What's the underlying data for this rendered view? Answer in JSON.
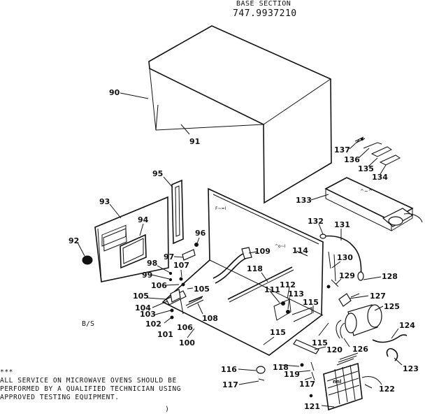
{
  "header": {
    "section_title": "BASE SECTION",
    "model_number": "747.9937210"
  },
  "side_note": "B/S",
  "notice": {
    "lines": [
      "***",
      "ALL SERVICE ON MICROWAVE OVENS SHOULD BE",
      "PERFORMED BY A QUALIFIED TECHNICIAN USING",
      "APPROVED TESTING EQUIPMENT."
    ]
  },
  "page_mark": ")",
  "callouts": [
    {
      "id": "c90",
      "text": "90"
    },
    {
      "id": "c91",
      "text": "91"
    },
    {
      "id": "c95",
      "text": "95"
    },
    {
      "id": "c93",
      "text": "93"
    },
    {
      "id": "c94",
      "text": "94"
    },
    {
      "id": "c92",
      "text": "92"
    },
    {
      "id": "c96",
      "text": "96"
    },
    {
      "id": "c97",
      "text": "97"
    },
    {
      "id": "c107",
      "text": "107"
    },
    {
      "id": "c98",
      "text": "98"
    },
    {
      "id": "c99",
      "text": "99"
    },
    {
      "id": "c106a",
      "text": "106"
    },
    {
      "id": "c105a",
      "text": "105"
    },
    {
      "id": "c105b",
      "text": "105"
    },
    {
      "id": "c104",
      "text": "104"
    },
    {
      "id": "c103",
      "text": "103"
    },
    {
      "id": "c102",
      "text": "102"
    },
    {
      "id": "c101",
      "text": "101"
    },
    {
      "id": "c106b",
      "text": "106"
    },
    {
      "id": "c108",
      "text": "108"
    },
    {
      "id": "c100",
      "text": "100"
    },
    {
      "id": "c109",
      "text": "109"
    },
    {
      "id": "c118a",
      "text": "118"
    },
    {
      "id": "c114",
      "text": "114"
    },
    {
      "id": "c112",
      "text": "112"
    },
    {
      "id": "c111",
      "text": "111"
    },
    {
      "id": "c113",
      "text": "113"
    },
    {
      "id": "c115a",
      "text": "115"
    },
    {
      "id": "c115b",
      "text": "115"
    },
    {
      "id": "c115c",
      "text": "115"
    },
    {
      "id": "c132",
      "text": "132"
    },
    {
      "id": "c131",
      "text": "131"
    },
    {
      "id": "c130",
      "text": "130"
    },
    {
      "id": "c129",
      "text": "129"
    },
    {
      "id": "c128",
      "text": "128"
    },
    {
      "id": "c127",
      "text": "127"
    },
    {
      "id": "c125",
      "text": "125"
    },
    {
      "id": "c124",
      "text": "124"
    },
    {
      "id": "c126",
      "text": "126"
    },
    {
      "id": "c123",
      "text": "123"
    },
    {
      "id": "c120",
      "text": "120"
    },
    {
      "id": "c137",
      "text": "137"
    },
    {
      "id": "c136",
      "text": "136"
    },
    {
      "id": "c135",
      "text": "135"
    },
    {
      "id": "c134",
      "text": "134"
    },
    {
      "id": "c133",
      "text": "133"
    },
    {
      "id": "c116",
      "text": "116"
    },
    {
      "id": "c117a",
      "text": "117"
    },
    {
      "id": "c118b",
      "text": "118"
    },
    {
      "id": "c119",
      "text": "119"
    },
    {
      "id": "c117b",
      "text": "117"
    },
    {
      "id": "c122",
      "text": "122"
    },
    {
      "id": "c121",
      "text": "121"
    }
  ]
}
